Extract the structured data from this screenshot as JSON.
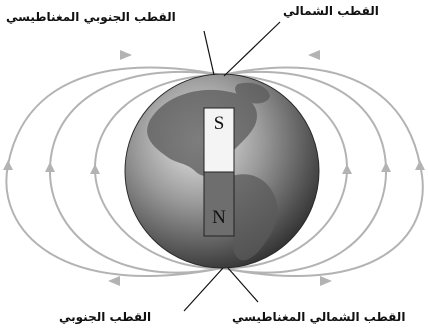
{
  "labels": {
    "south_magnetic_pole": "القطب الجنوبي المغناطيسي",
    "north_geographic_pole": "القطب الشمالي",
    "south_geographic_pole": "القطب الجنوبي",
    "north_magnetic_pole": "القطب الشمالي المغناطيسي"
  },
  "magnet": {
    "top_letter": "S",
    "bottom_letter": "N"
  },
  "colors": {
    "field_lines": "#b3b3b3",
    "globe_dark": "#3a3a3a",
    "globe_light": "#d8d8d8",
    "magnet_s": "#f4f4f4",
    "magnet_n": "#6e6e6e",
    "leader_lines": "#111111"
  }
}
